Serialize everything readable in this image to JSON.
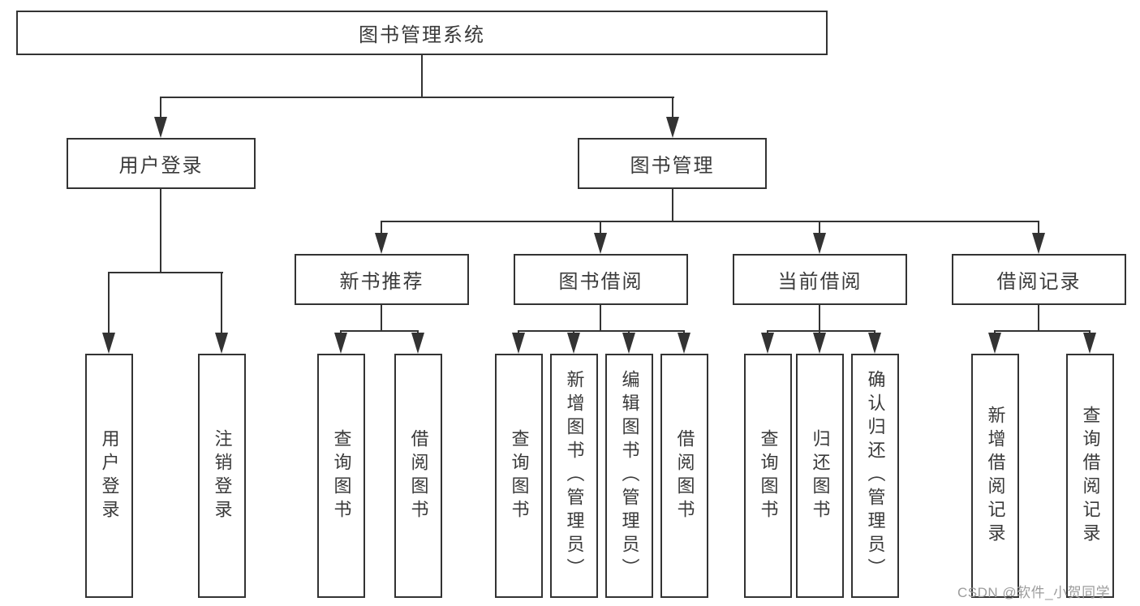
{
  "diagram": {
    "root": "图书管理系统",
    "level2": [
      "用户登录",
      "图书管理"
    ],
    "level3": [
      "新书推荐",
      "图书借阅",
      "当前借阅",
      "借阅记录"
    ],
    "leaves": [
      "用户登录",
      "注销登录",
      "查询图书",
      "借阅图书",
      "查询图书",
      "新增图书（管理员）",
      "编辑图书（管理员）",
      "借阅图书",
      "查询图书",
      "归还图书",
      "确认归还（管理员）",
      "新增借阅记录",
      "查询借阅记录"
    ]
  },
  "watermark": "CSDN @软件_小贺同学",
  "colors": {
    "line": "#333333",
    "text": "#3a3a3a",
    "watermark": "#9c9c9c",
    "background": "#ffffff"
  }
}
